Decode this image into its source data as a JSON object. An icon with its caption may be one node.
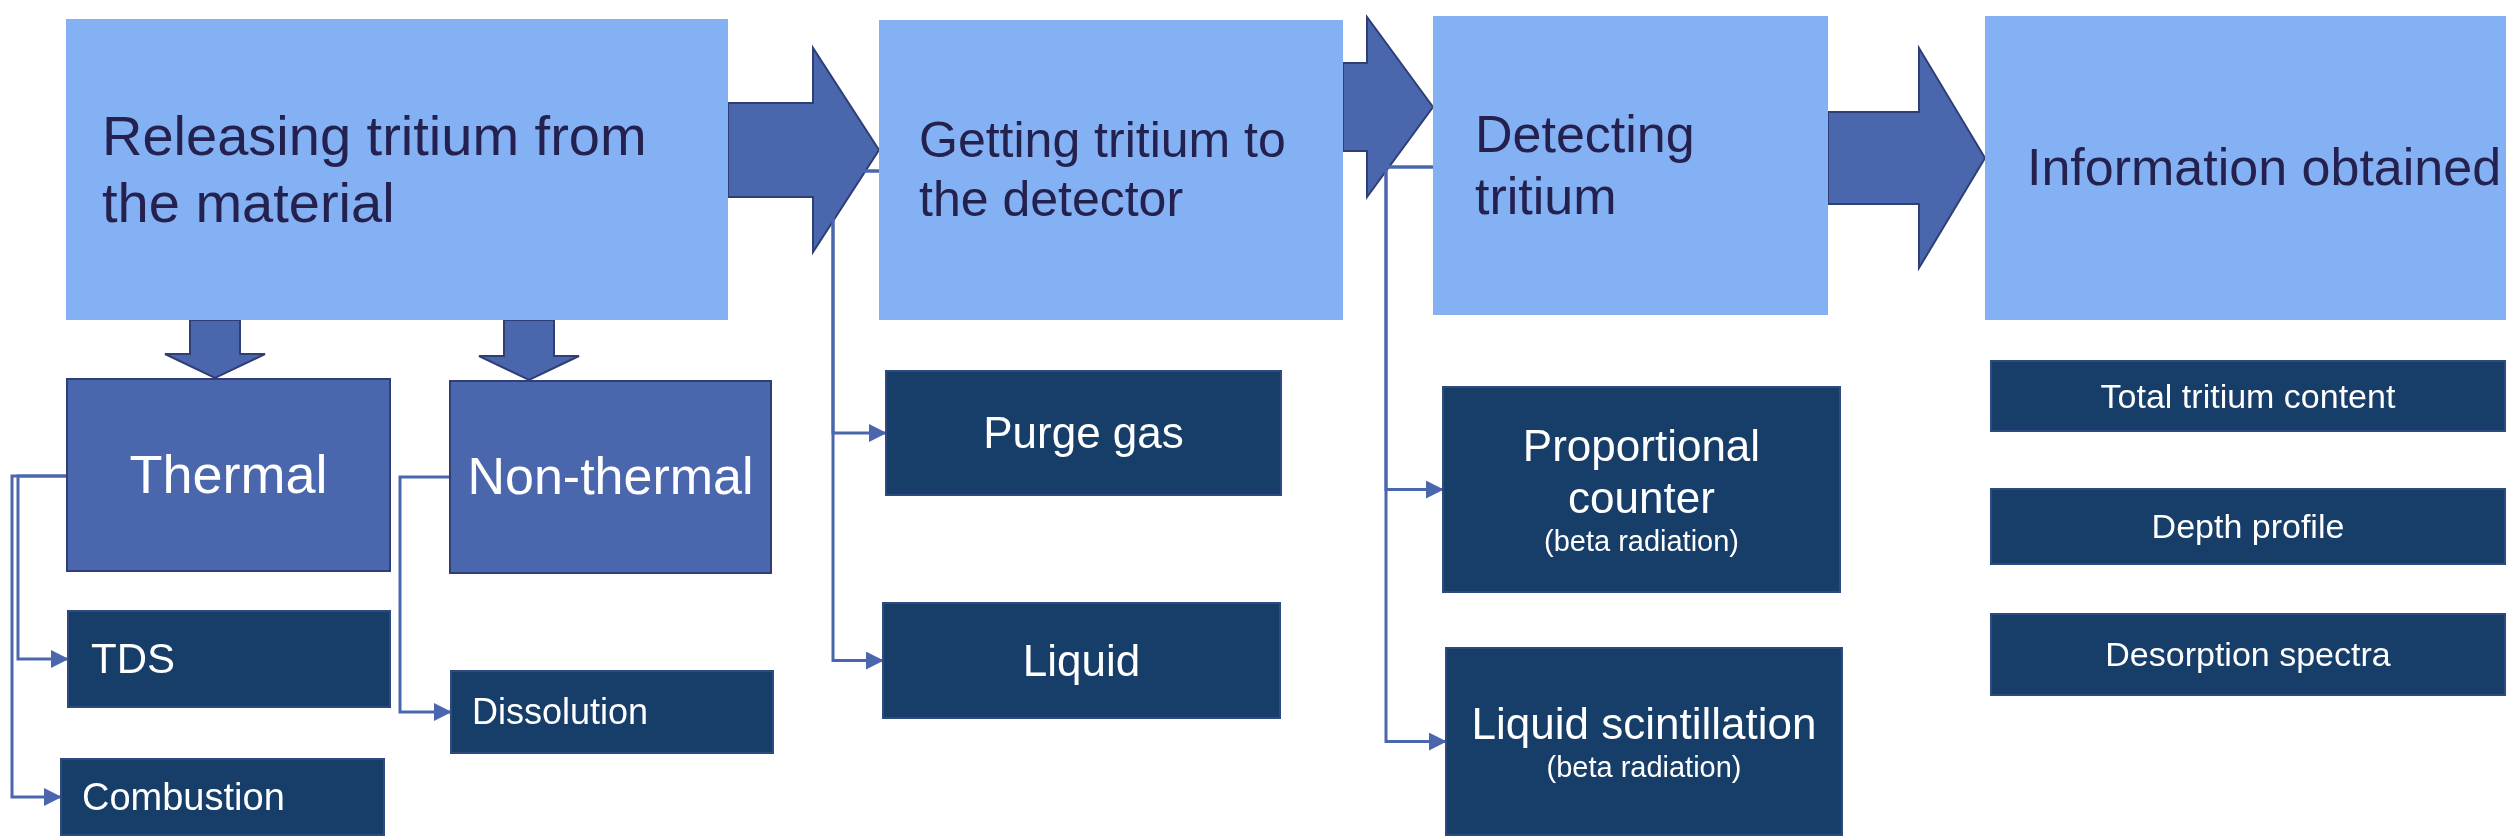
{
  "diagram": {
    "nodes": [
      {
        "text": [
          "Releasing tritium from the material"
        ]
      },
      {
        "text": [
          "Getting tritium to the detector"
        ]
      },
      {
        "text": [
          "Detecting tritium"
        ]
      },
      {
        "text": [
          "Information obtained"
        ]
      },
      {
        "text": [
          "Thermal"
        ]
      },
      {
        "text": [
          "Non-thermal"
        ]
      },
      {
        "text": [
          "TDS"
        ]
      },
      {
        "text": [
          "Combustion"
        ]
      },
      {
        "text": [
          "Dissolution"
        ]
      },
      {
        "text": [
          "Purge gas"
        ]
      },
      {
        "text": [
          "Liquid"
        ]
      },
      {
        "text": [
          "Proportional counter",
          "(beta radiation)"
        ]
      },
      {
        "text": [
          "Liquid scintillation",
          "(beta radiation)"
        ]
      },
      {
        "text": [
          "Total tritium content"
        ]
      },
      {
        "text": [
          "Depth profile"
        ]
      },
      {
        "text": [
          "Desorption spectra"
        ]
      }
    ],
    "edges": [
      {
        "from": 0,
        "to": 1,
        "arrow": "to",
        "style": "thick"
      },
      {
        "from": 1,
        "to": 2,
        "arrow": "to",
        "style": "thick"
      },
      {
        "from": 2,
        "to": 3,
        "arrow": "to",
        "style": "thick"
      },
      {
        "from": 0,
        "to": 4,
        "arrow": "to",
        "style": "thick"
      },
      {
        "from": 0,
        "to": 5,
        "arrow": "to",
        "style": "thick"
      },
      {
        "from": 4,
        "to": 6,
        "arrow": "to"
      },
      {
        "from": 4,
        "to": 7,
        "arrow": "to"
      },
      {
        "from": 5,
        "to": 8,
        "arrow": "to"
      },
      {
        "from": 1,
        "to": 9,
        "arrow": "to"
      },
      {
        "from": 1,
        "to": 10,
        "arrow": "to"
      },
      {
        "from": 2,
        "to": 11,
        "arrow": "to"
      },
      {
        "from": 2,
        "to": 12,
        "arrow": "to"
      }
    ]
  }
}
